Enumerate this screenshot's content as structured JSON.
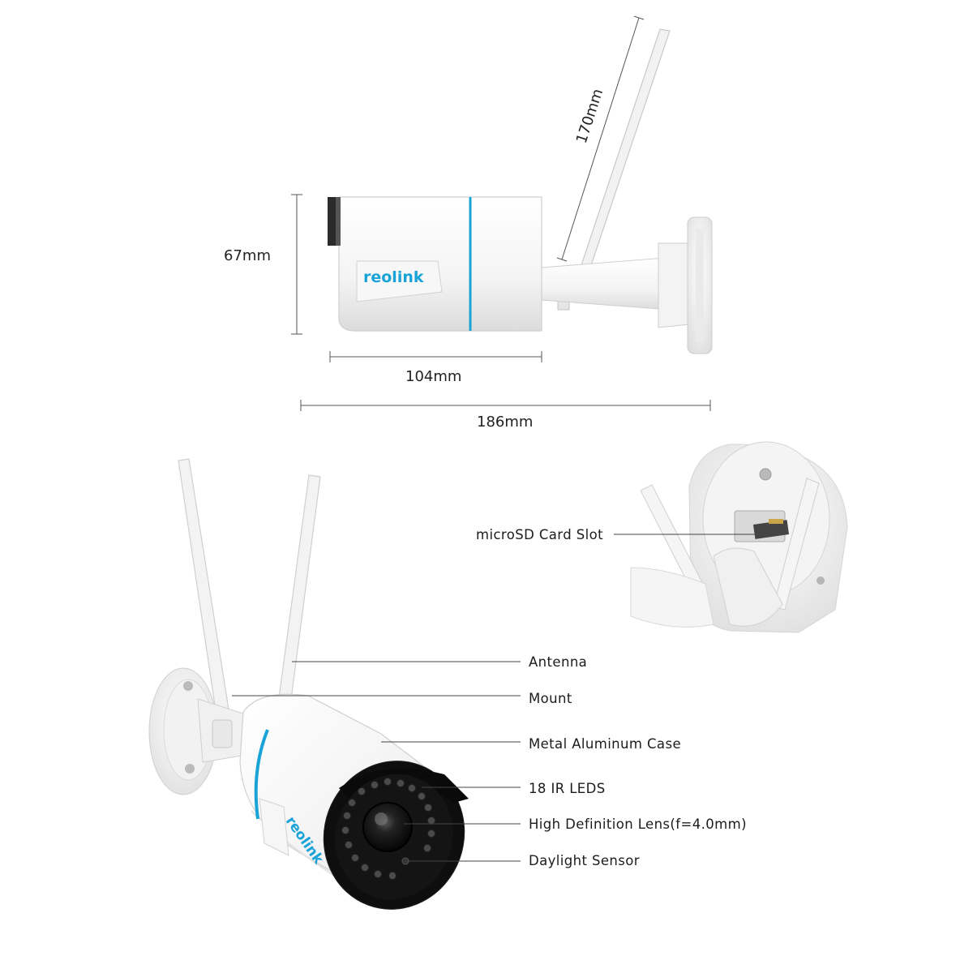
{
  "brand": {
    "logo": "reolink",
    "accent_color": "#1aa3d6",
    "body_color": "#ffffff",
    "lens_color": "#111111"
  },
  "dimensions": {
    "height": "67mm",
    "body_length": "104mm",
    "total_length": "186mm",
    "antenna_length": "170mm"
  },
  "callouts": {
    "microsd": "microSD Card Slot",
    "antenna": "Antenna",
    "mount": "Mount",
    "case": "Metal Aluminum Case",
    "ir_leds": "18 IR LEDS",
    "lens": "High Definition Lens(f=4.0mm)",
    "daylight_sensor": "Daylight Sensor"
  }
}
